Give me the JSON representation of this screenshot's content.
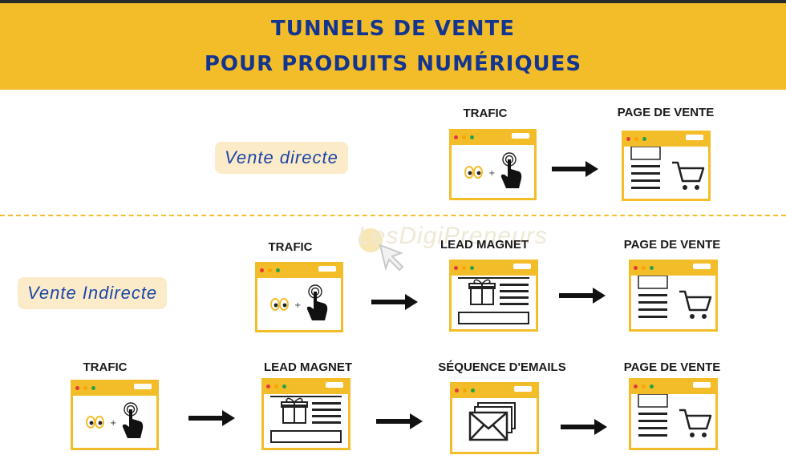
{
  "header": {
    "line1": "TUNNELS DE VENTE",
    "line2": "POUR PRODUITS NUMÉRIQUES"
  },
  "watermark": "LesDigiPreneurs",
  "funnels": {
    "direct": {
      "label": "Vente directe",
      "steps": [
        {
          "label": "TRAFIC",
          "icon": "traffic-icon"
        },
        {
          "label": "PAGE DE VENTE",
          "icon": "sales-page-icon"
        }
      ]
    },
    "indirect": {
      "label": "Vente Indirecte",
      "steps": [
        {
          "label": "TRAFIC",
          "icon": "traffic-icon"
        },
        {
          "label": "LEAD MAGNET",
          "icon": "lead-magnet-icon"
        },
        {
          "label": "PAGE DE VENTE",
          "icon": "sales-page-icon"
        }
      ]
    },
    "email": {
      "steps": [
        {
          "label": "TRAFIC",
          "icon": "traffic-icon"
        },
        {
          "label": "LEAD MAGNET",
          "icon": "lead-magnet-icon"
        },
        {
          "label": "SÉQUENCE D'EMAILS",
          "icon": "email-sequence-icon"
        },
        {
          "label": "PAGE DE VENTE",
          "icon": "sales-page-icon"
        }
      ]
    }
  },
  "colors": {
    "accent": "#f3bd2a",
    "title": "#14358f",
    "pill_bg": "#fbebc9",
    "pill_text": "#1c46a8"
  }
}
